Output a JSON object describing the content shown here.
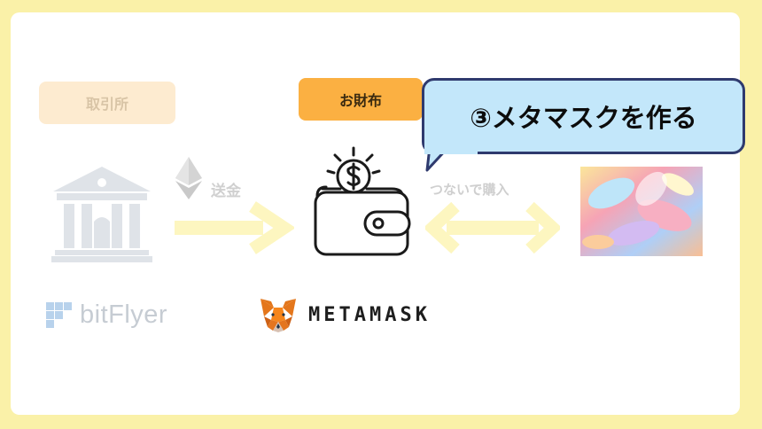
{
  "labels": {
    "exchange": "取引所",
    "wallet": "お財布"
  },
  "flow": {
    "send": "送金",
    "buy": "つないで購入"
  },
  "brands": {
    "exchange_name": "bitFlyer",
    "wallet_name": "METAMASK"
  },
  "callout": {
    "text": "③メタマスクを作る"
  },
  "colors": {
    "background": "#faf1a8",
    "wallet_label": "#fbb042",
    "exchange_label": "#fdebd0",
    "callout_fill": "#c3e7fa",
    "callout_border": "#2f3a6e",
    "arrow": "#fdf6c0"
  },
  "icons": {
    "exchange": "bank-icon",
    "currency": "ethereum-icon",
    "wallet": "wallet-icon",
    "nft": "nft-artwork",
    "exchange_logo": "bitflyer-logo",
    "wallet_logo": "metamask-fox-logo"
  }
}
